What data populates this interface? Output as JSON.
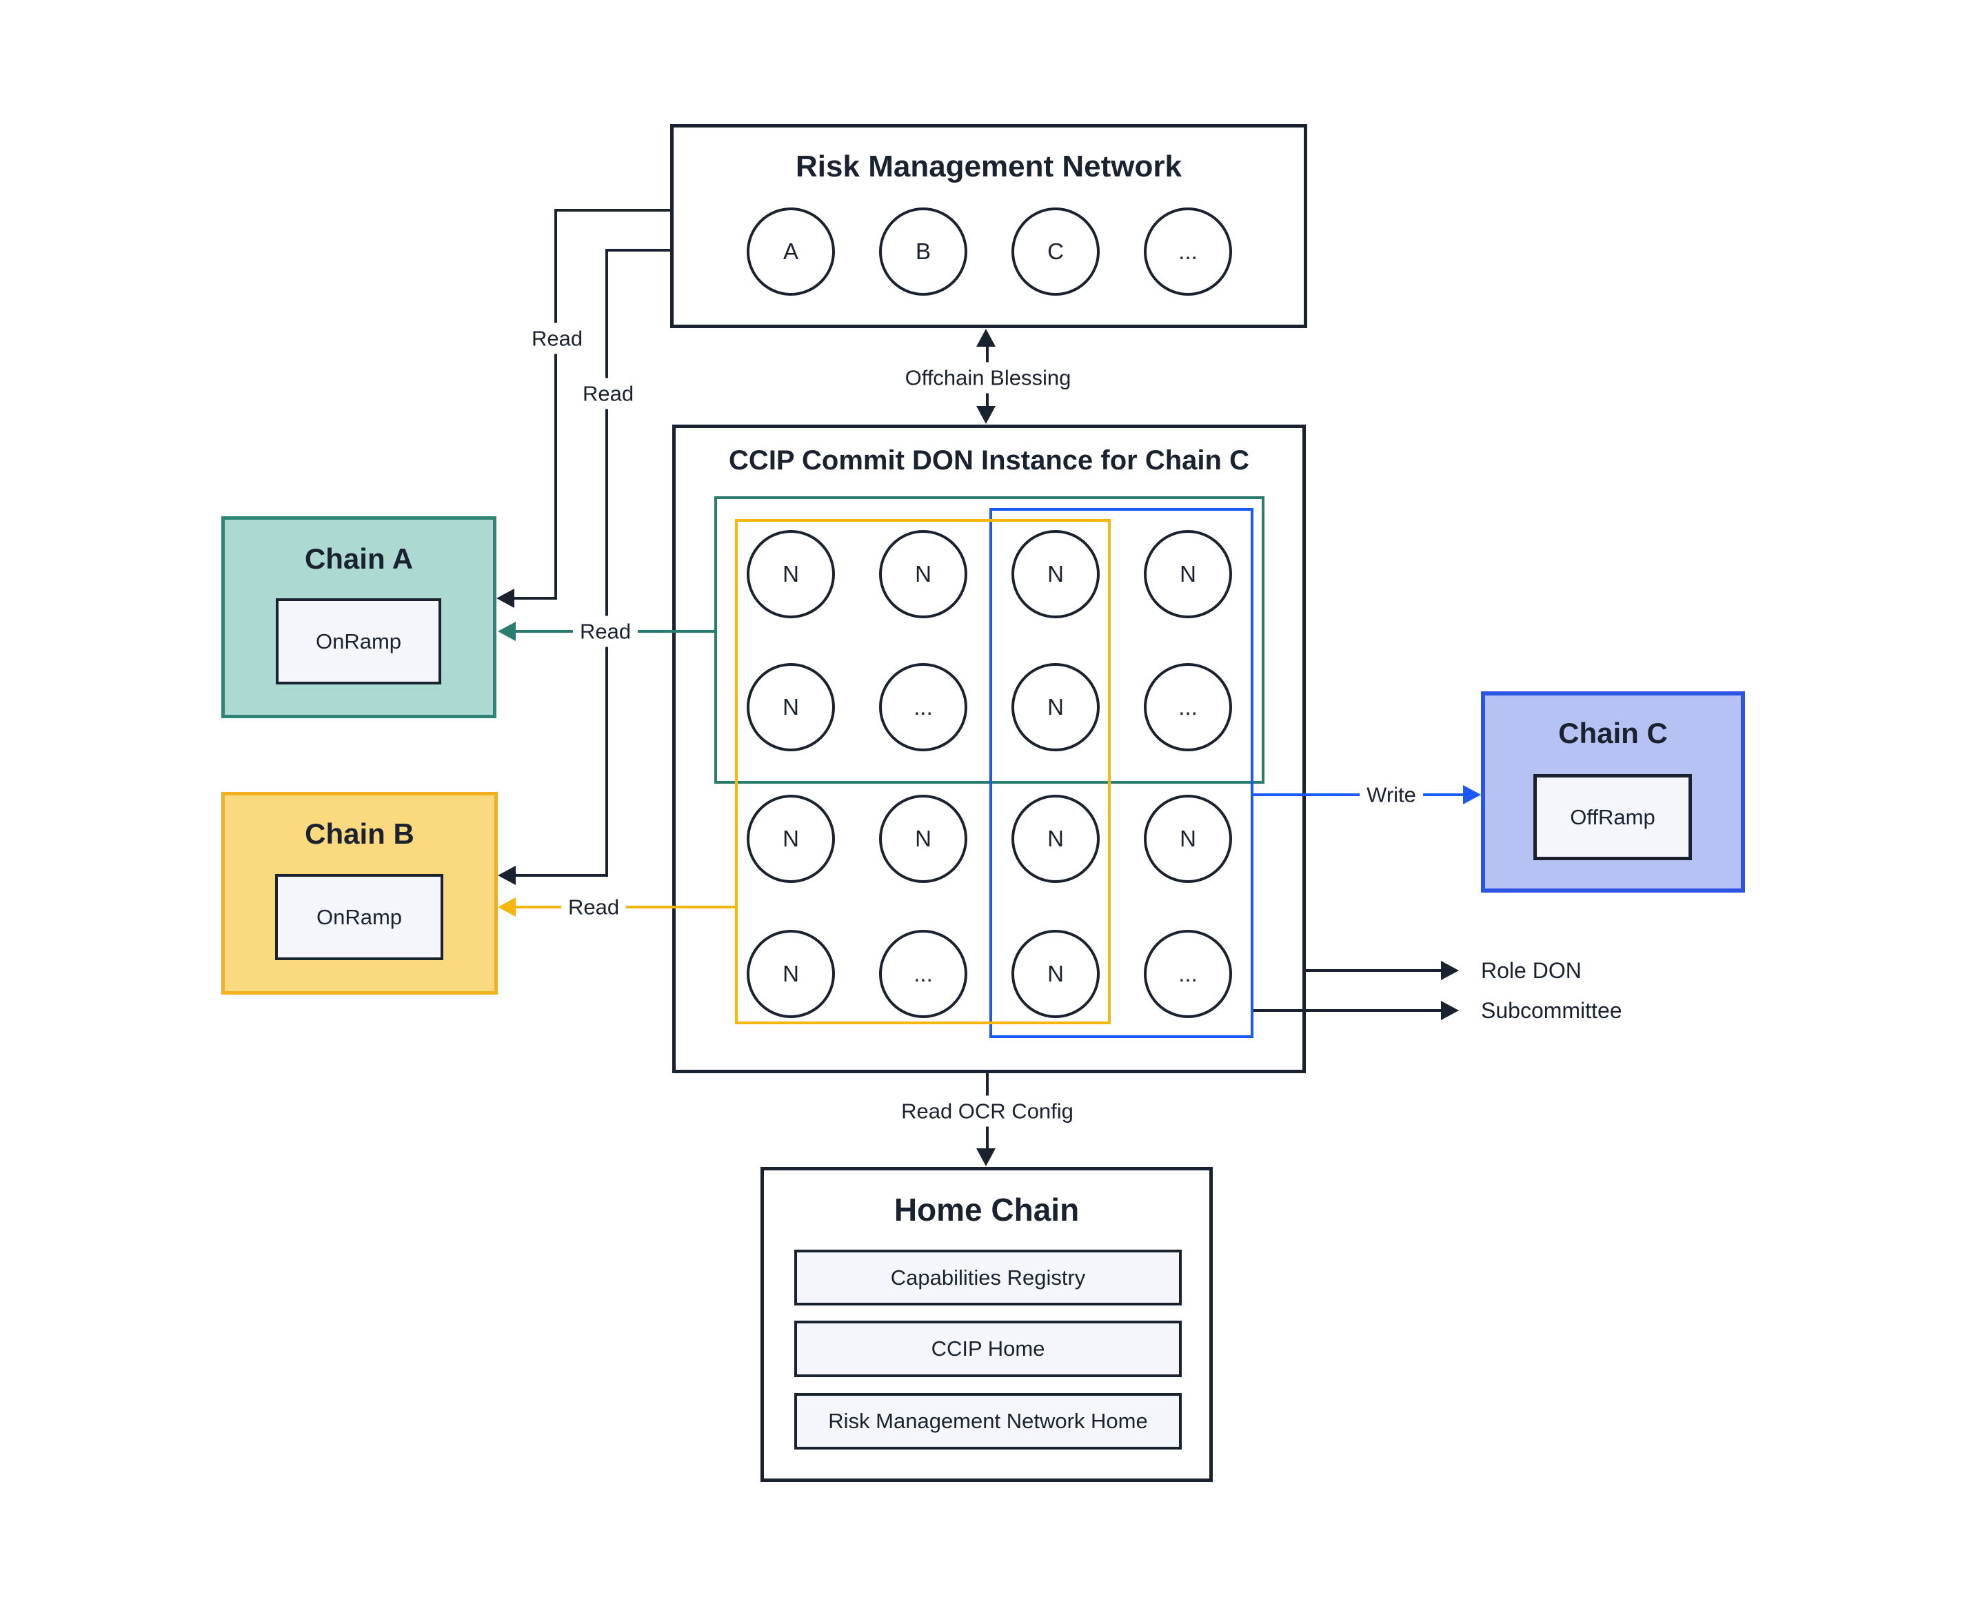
{
  "rmn": {
    "title": "Risk Management Network",
    "nodes": [
      "A",
      "B",
      "C",
      "..."
    ]
  },
  "ccip": {
    "title": "CCIP Commit DON Instance for Chain C",
    "node_rows": [
      [
        "N",
        "N",
        "N",
        "N"
      ],
      [
        "N",
        "...",
        "N",
        "..."
      ],
      [
        "N",
        "N",
        "N",
        "N"
      ],
      [
        "N",
        "...",
        "N",
        "..."
      ]
    ]
  },
  "chain_a": {
    "title": "Chain A",
    "contract": "OnRamp"
  },
  "chain_b": {
    "title": "Chain B",
    "contract": "OnRamp"
  },
  "chain_c": {
    "title": "Chain C",
    "contract": "OffRamp"
  },
  "home": {
    "title": "Home Chain",
    "contracts": [
      "Capabilities Registry",
      "CCIP Home",
      "Risk Management Network Home"
    ]
  },
  "edges": {
    "read_rmn_chain_a": "Read",
    "read_rmn_chain_b": "Read",
    "read_don_chain_a": "Read",
    "read_don_chain_b": "Read",
    "offchain_blessing": "Offchain Blessing",
    "write": "Write",
    "role_don": "Role DON",
    "subcommittee": "Subcommittee",
    "read_ocr_config": "Read OCR Config"
  },
  "colors": {
    "navy": "#1A2230",
    "teal": "#2A7C6E",
    "teal_chain_border": "#2E8476",
    "teal_chain_fill": "#ACD9D2",
    "yellow": "#F5B60D",
    "yellow_chain_border": "#F2B01E",
    "yellow_chain_fill": "#FBD97F",
    "blue": "#1B58F7",
    "blue_chain_border": "#2C55E8",
    "blue_chain_fill": "#B5C2F3",
    "contract_fill": "#F5F6FB",
    "background": "#FFFFFF"
  }
}
